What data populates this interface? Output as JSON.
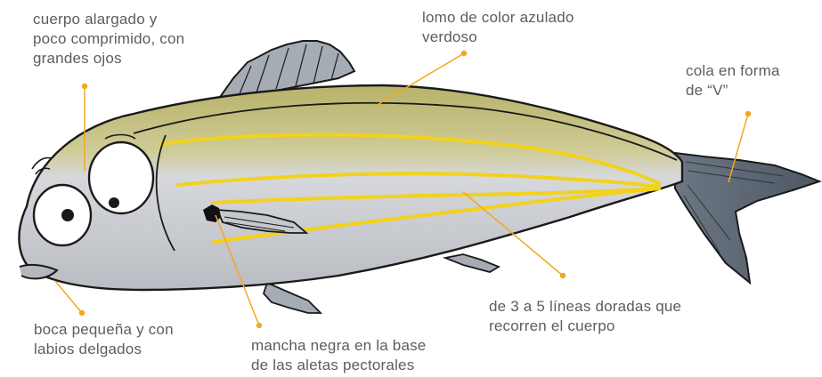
{
  "labels": {
    "body": {
      "line1": "cuerpo alargado y",
      "line2": "poco comprimido, con",
      "line3": "grandes ojos"
    },
    "back": {
      "line1": "lomo de color azulado",
      "line2": "verdoso"
    },
    "tail": {
      "line1": "cola en forma",
      "line2": "de “V”"
    },
    "lines": {
      "line1": "de 3 a 5 líneas doradas que",
      "line2": "recorren el cuerpo"
    },
    "mouth": {
      "line1": "boca pequeña y con",
      "line2": "labios delgados"
    },
    "spot": {
      "line1": "mancha negra en la base",
      "line2": "de las aletas pectorales"
    }
  },
  "colors": {
    "callout": "#f4a81d",
    "back": "#b9b36c",
    "belly": "#c9cbd0",
    "fin": "#9aa1aa",
    "tail": "#5b6672",
    "stripe": "#f2d21a",
    "outline": "#1a1a1a",
    "label_text": "#5d5d5d"
  }
}
